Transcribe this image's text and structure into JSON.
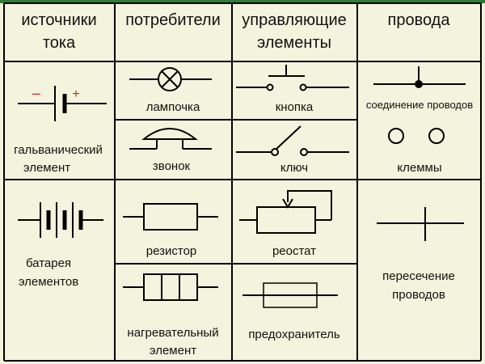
{
  "colors": {
    "background": "#f4f4de",
    "top_strip": "#2e7d32",
    "minus": "#c62828",
    "plus": "#c62828"
  },
  "headers": {
    "sources": [
      "источники",
      "тока"
    ],
    "consumers": [
      "потребители"
    ],
    "controls": [
      "управляющие",
      "элементы"
    ],
    "wires": [
      "провода"
    ]
  },
  "labels": {
    "galvanic": [
      "гальванический",
      "элемент"
    ],
    "battery": [
      "батарея",
      "элементов"
    ],
    "lamp": [
      "лампочка"
    ],
    "bell": [
      "звонок"
    ],
    "resistor": [
      "резистор"
    ],
    "heater": [
      "нагревательный",
      "элемент"
    ],
    "button": [
      "кнопка"
    ],
    "key": [
      "ключ"
    ],
    "rheostat": [
      "реостат"
    ],
    "fuse": [
      "предохранитель"
    ],
    "junction": [
      "соединение проводов"
    ],
    "terminals": [
      "клеммы"
    ],
    "crossing": [
      "пересечение",
      "проводов"
    ]
  },
  "signs": {
    "minus": "–",
    "plus": "+"
  }
}
